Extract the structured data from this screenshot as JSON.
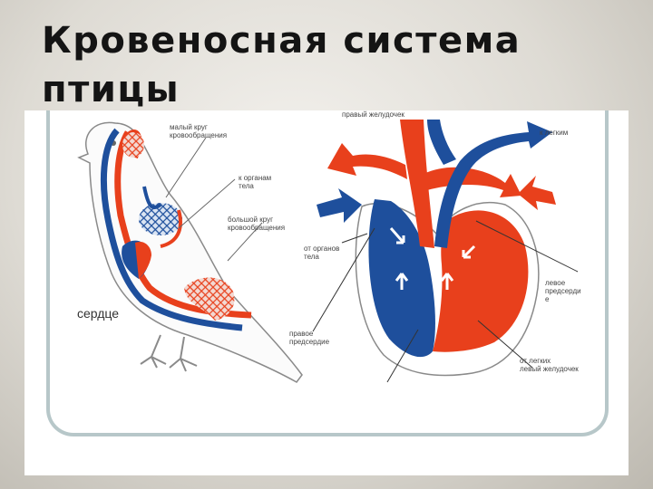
{
  "title": {
    "line1": "Кровеносная система",
    "line2": "птицы"
  },
  "labels": {
    "small_circle": "малый круг\nкровообращения",
    "to_body_organs": "к органам\nтела",
    "big_circle": "большой круг\nкровообращения",
    "heart": "сердце",
    "right_ventricle": "правый желудочек",
    "to_lungs": "к легким",
    "from_body_organs": "от органов\nтела",
    "left_atrium": "левое\nпредсерди\nе",
    "right_atrium": "правое\nпредсердие",
    "left_ventricle": "от легких\nлевый желудочек"
  },
  "colors": {
    "arterial": "#e8401c",
    "venous": "#1e4f9c",
    "outline": "#8a8a8a"
  }
}
